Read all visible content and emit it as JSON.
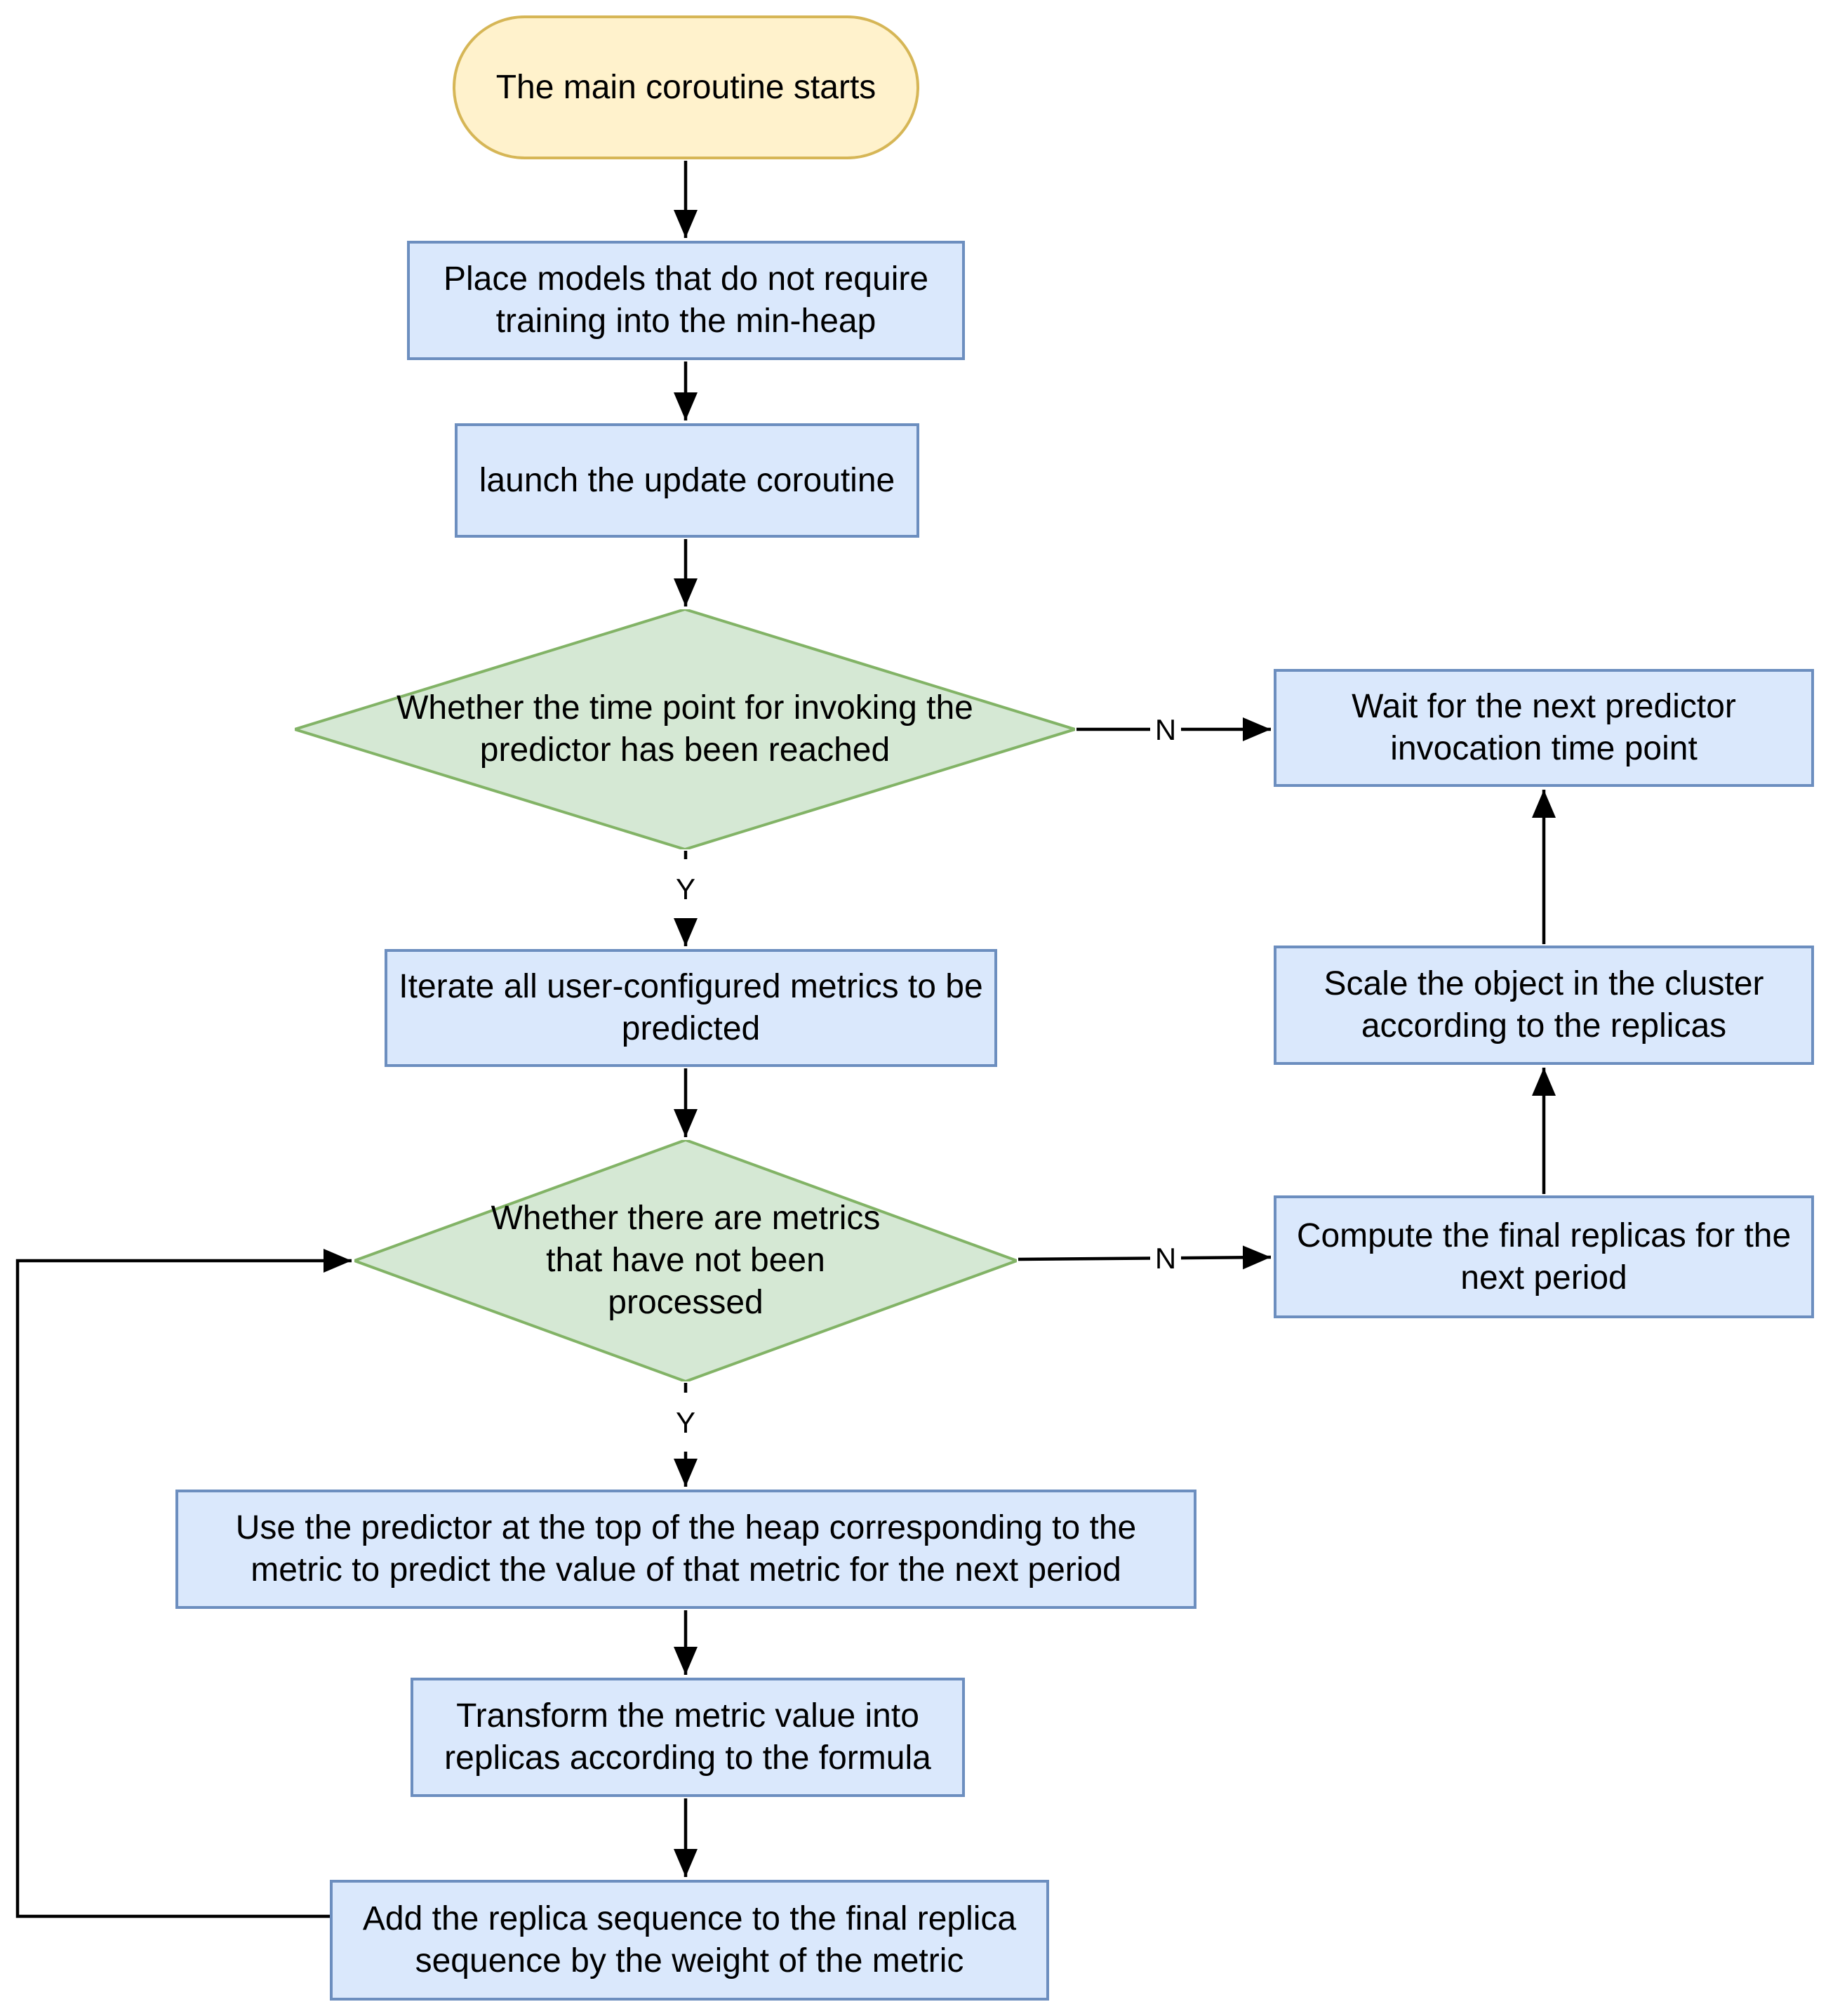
{
  "diagram": {
    "kind": "flowchart",
    "colors": {
      "process_fill": "#dae8fc",
      "process_stroke": "#6c8ebf",
      "decision_fill": "#d5e8d4",
      "decision_stroke": "#82b366",
      "terminator_fill": "#fff2cc",
      "terminator_stroke": "#d6b656",
      "connector": "#000000",
      "background": "#ffffff"
    },
    "nodes": {
      "start": {
        "type": "terminator",
        "label": "The main coroutine starts"
      },
      "place_models": {
        "type": "process",
        "label": "Place models that do not require training into the min-heap"
      },
      "launch_update": {
        "type": "process",
        "label": "launch the update coroutine"
      },
      "decision_time_point": {
        "type": "decision",
        "label": "Whether the time point for invoking the predictor has been reached"
      },
      "wait_next_invocation": {
        "type": "process",
        "label": "Wait for the next predictor invocation time point"
      },
      "iterate_metrics": {
        "type": "process",
        "label": "Iterate all user-configured metrics to be predicted"
      },
      "decision_metrics_remaining": {
        "type": "decision",
        "label": "Whether there are metrics that have not been processed"
      },
      "compute_final_replicas": {
        "type": "process",
        "label": "Compute the final replicas for the next period"
      },
      "scale_object": {
        "type": "process",
        "label": "Scale the object in the cluster according to the replicas"
      },
      "use_predictor": {
        "type": "process",
        "label": "Use the predictor at the top of the heap corresponding to the metric to predict the value of that metric for the next period"
      },
      "transform_metric": {
        "type": "process",
        "label": "Transform the metric value into replicas according to the formula"
      },
      "add_replica_sequence": {
        "type": "process",
        "label": "Add the replica sequence to the final replica sequence by the weight of the metric"
      }
    },
    "edge_labels": {
      "time_point_no": "N",
      "time_point_yes": "Y",
      "metrics_no": "N",
      "metrics_yes": "Y"
    }
  }
}
